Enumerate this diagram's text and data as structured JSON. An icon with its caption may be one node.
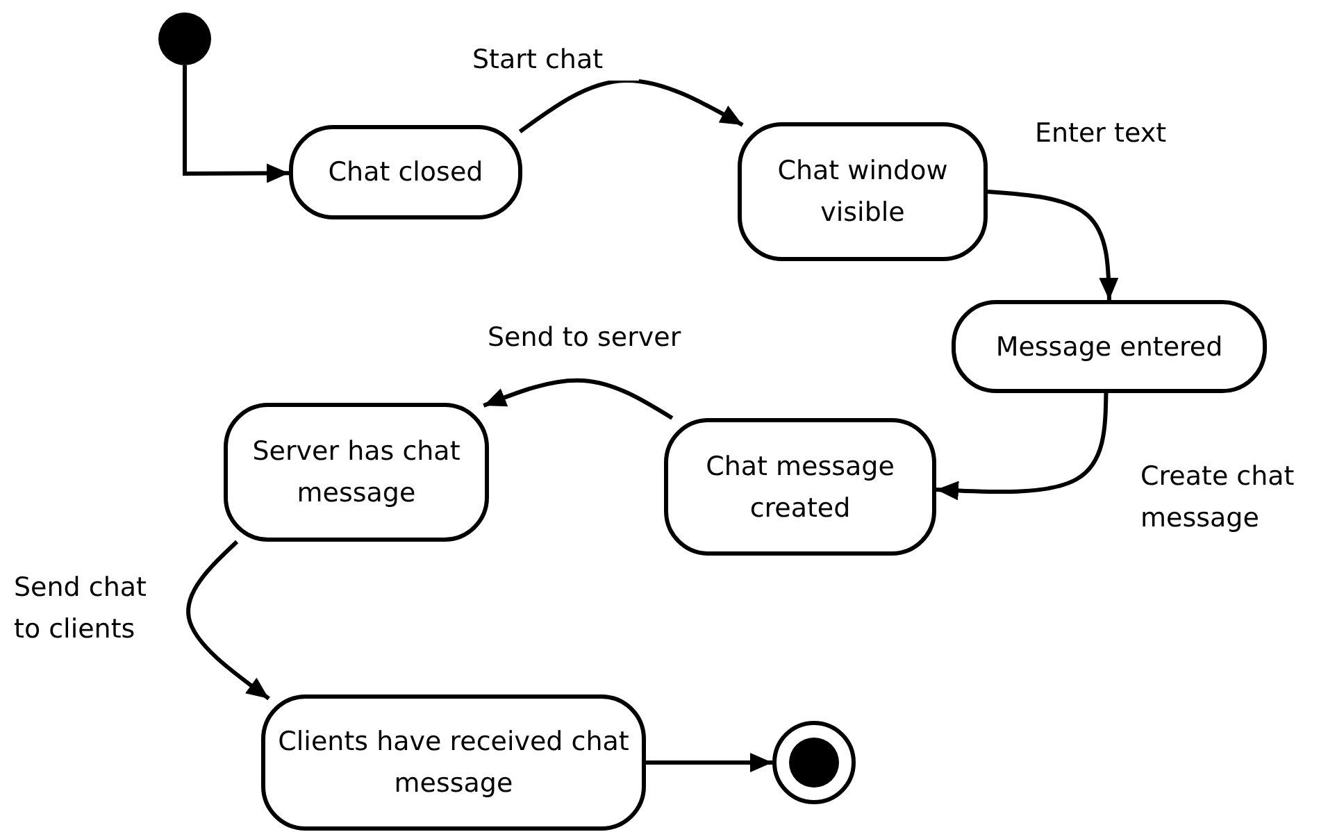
{
  "diagram": {
    "nodes": [
      {
        "text": [],
        "shape": "circle"
      },
      {
        "text": [
          "Chat closed"
        ]
      },
      {
        "text": [
          "Chat window visible"
        ]
      },
      {
        "text": [
          "Message entered"
        ]
      },
      {
        "text": [
          "Chat message created"
        ]
      },
      {
        "text": [
          "Server has chat message"
        ]
      },
      {
        "text": [
          "Clients have received chat message"
        ]
      },
      {
        "text": [],
        "shape": "circle"
      }
    ],
    "edges": [
      {
        "from": 0,
        "to": 1,
        "arrow": "to"
      },
      {
        "from": 1,
        "to": 2,
        "arrow": "to",
        "label": "Start chat"
      },
      {
        "from": 2,
        "to": 3,
        "arrow": "to",
        "label": "Enter text"
      },
      {
        "from": 3,
        "to": 4,
        "arrow": "to",
        "label": "Create chat message"
      },
      {
        "from": 4,
        "to": 5,
        "arrow": "to",
        "label": "Send to server"
      },
      {
        "from": 5,
        "to": 6,
        "arrow": "to",
        "label": "Send chat to clients"
      },
      {
        "from": 6,
        "to": 7,
        "arrow": "to"
      }
    ]
  }
}
